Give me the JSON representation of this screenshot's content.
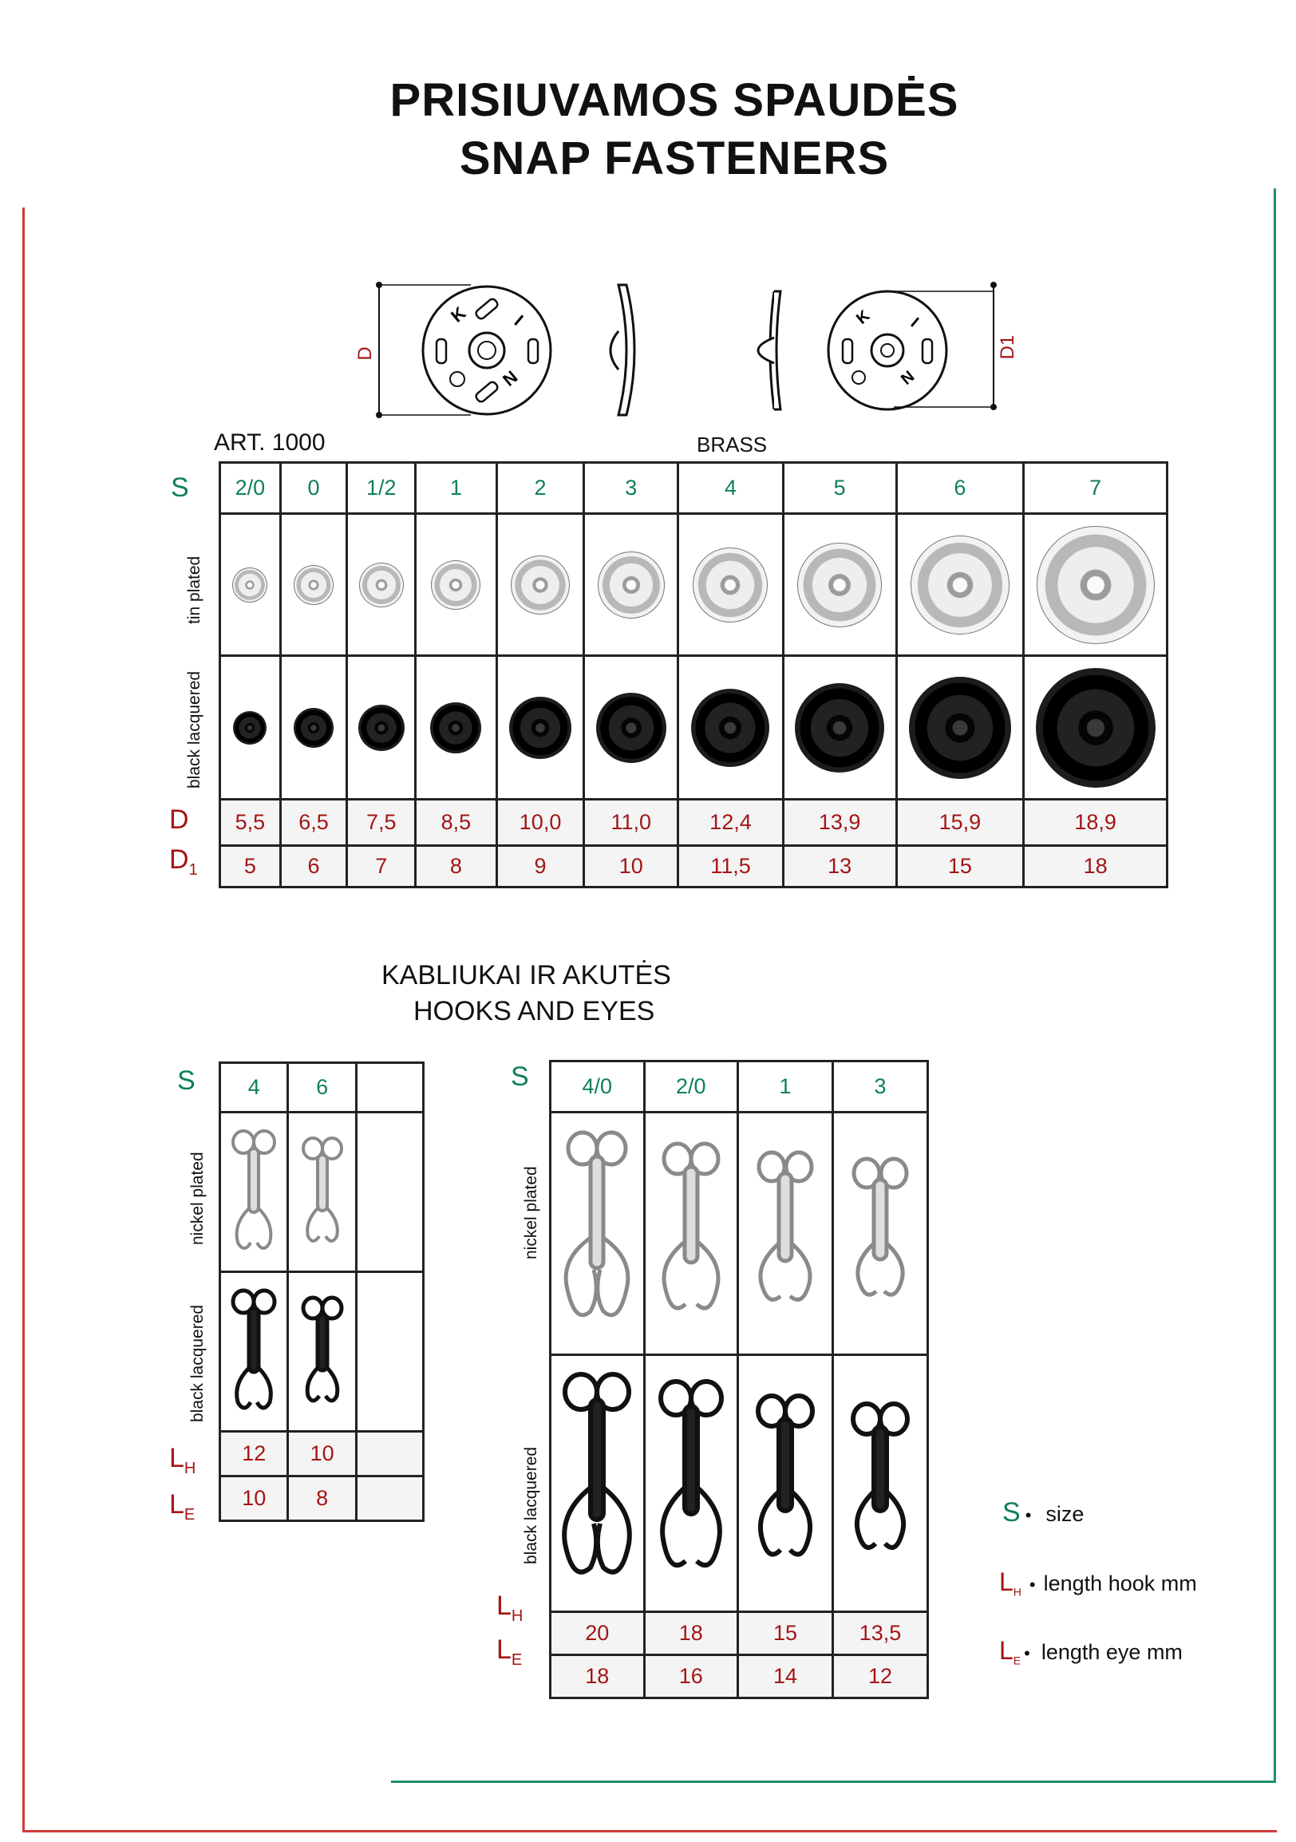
{
  "page": {
    "title_lt": "PRISIUVAMOS SPAUDĖS",
    "title_en": "SNAP FASTENERS",
    "section2_lt": "KABLIUKAI IR AKUTĖS",
    "section2_en": "HOOKS AND EYES"
  },
  "diagram": {
    "label_d": "D",
    "label_d1": "D1",
    "letters": [
      "K",
      "I",
      "N"
    ]
  },
  "snaps": {
    "article": "ART. 1000",
    "material": "BRASS",
    "row_size_label": "S",
    "row_d_label": "D",
    "row_d1_label": "D",
    "row_d1_sub": "1",
    "finish_tin": "tin plated",
    "finish_black": "black lacquered",
    "sizes": [
      "2/0",
      "0",
      "1/2",
      "1",
      "2",
      "3",
      "4",
      "5",
      "6",
      "7"
    ],
    "d": [
      "5,5",
      "6,5",
      "7,5",
      "8,5",
      "10,0",
      "11,0",
      "12,4",
      "13,9",
      "15,9",
      "18,9"
    ],
    "d1": [
      "5",
      "6",
      "7",
      "8",
      "9",
      "10",
      "11,5",
      "13",
      "15",
      "18"
    ]
  },
  "hooks_small": {
    "row_size_label": "S",
    "finish_nickel": "nickel plated",
    "finish_black": "black lacquered",
    "lh_label": "L",
    "lh_sub": "H",
    "le_label": "L",
    "le_sub": "E",
    "sizes": [
      "4",
      "6",
      ""
    ],
    "lh": [
      "12",
      "10",
      ""
    ],
    "le": [
      "10",
      "8",
      ""
    ]
  },
  "hooks_large": {
    "row_size_label": "S",
    "finish_nickel": "nickel plated",
    "finish_black": "black lacquered",
    "lh_label": "L",
    "lh_sub": "H",
    "le_label": "L",
    "le_sub": "E",
    "sizes": [
      "4/0",
      "2/0",
      "1",
      "3"
    ],
    "lh": [
      "20",
      "18",
      "15",
      "13,5"
    ],
    "le": [
      "18",
      "16",
      "14",
      "12"
    ]
  },
  "legend": {
    "s_label": "S",
    "s_text": "size",
    "lh_label": "L",
    "lh_sub": "H",
    "lh_text": "length hook mm",
    "le_label": "L",
    "le_sub": "E",
    "le_text": "length eye mm"
  },
  "colors": {
    "red_line": "#d23a3a",
    "green_line": "#1f8f6a",
    "size_text": "#0e7f5c",
    "value_text": "#a31515"
  }
}
